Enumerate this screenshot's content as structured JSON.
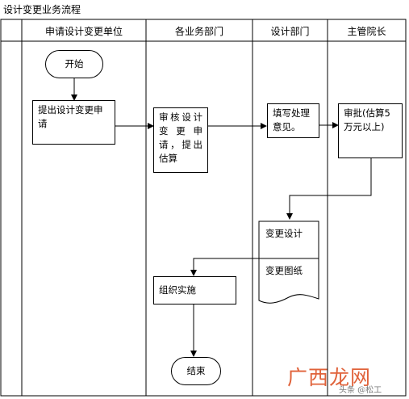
{
  "title": "设计变更业务流程",
  "lanes": [
    "申请设计变更单位",
    "各业务部门",
    "设计部门",
    "主管院长"
  ],
  "nodes": {
    "start": "开始",
    "apply": "提出设计变更申请",
    "review": "审核设计变更申请，提出估算",
    "opinion": "填写处理意见。",
    "approve": "审批(估算5万元以上)",
    "design_change": "变更设计",
    "change_drawing": "变更图纸",
    "implement": "组织实施",
    "end": "结束"
  },
  "watermark": {
    "brand": "广西龙网",
    "credit": "头条 @松工"
  }
}
